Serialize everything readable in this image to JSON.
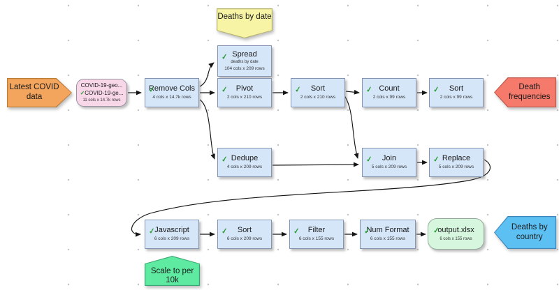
{
  "app": {
    "title": "COVID data flow canvas"
  },
  "icons": {
    "check": "✓"
  },
  "annotations": {
    "input_flag": "Latest COVID data",
    "deaths_by_date_note": "Deaths by date",
    "death_frequencies_flag": "Death frequencies",
    "scale_note": "Scale to per 10k",
    "deaths_by_country_flag": "Deaths by country"
  },
  "nodes": {
    "source": {
      "line1": "COVID-19-geo...",
      "line2": "COVID-19-ge...",
      "stats": "11 cols x 14.7k rows"
    },
    "remove_cols": {
      "title": "Remove Cols",
      "stats": "4 cols x 14.7k rows"
    },
    "spread": {
      "title": "Spread",
      "desc": "deaths by date",
      "stats": "104 cols x 209 rows"
    },
    "pivot": {
      "title": "Pivot",
      "stats": "2 cols x 210 rows"
    },
    "sort_top_1": {
      "title": "Sort",
      "stats": "2 cols x 210 rows"
    },
    "count": {
      "title": "Count",
      "stats": "2 cols x 99 rows"
    },
    "sort_top_2": {
      "title": "Sort",
      "stats": "2 cols x 99 rows"
    },
    "dedupe": {
      "title": "Dedupe",
      "stats": "4 cols x 209 rows"
    },
    "join": {
      "title": "Join",
      "stats": "5 cols x 209 rows"
    },
    "replace": {
      "title": "Replace",
      "stats": "5 cols x 209 rows"
    },
    "javascript": {
      "title": "Javascript",
      "stats": "6 cols x 209 rows"
    },
    "sort_bottom": {
      "title": "Sort",
      "stats": "6 cols x 209 rows"
    },
    "filter": {
      "title": "Filter",
      "stats": "6 cols x 155 rows"
    },
    "num_format": {
      "title": "Num Format",
      "stats": "6 cols x 155 rows"
    },
    "output": {
      "title": "output.xlsx",
      "stats": "6 cols x 155 rows"
    }
  },
  "colors": {
    "process_fill": "#d5e6f9",
    "process_border": "#8494b2",
    "source_fill": "#f8d7e9",
    "output_fill": "#d6f7de",
    "input_flag_fill": "#f4a55d",
    "death_freq_flag_fill": "#f57a6c",
    "deaths_country_flag_fill": "#5cc0f3",
    "note_yellow_fill": "#f7f5a5",
    "note_green_fill": "#5feaa2",
    "check_green": "#2d9e38",
    "edge": "#151515"
  }
}
